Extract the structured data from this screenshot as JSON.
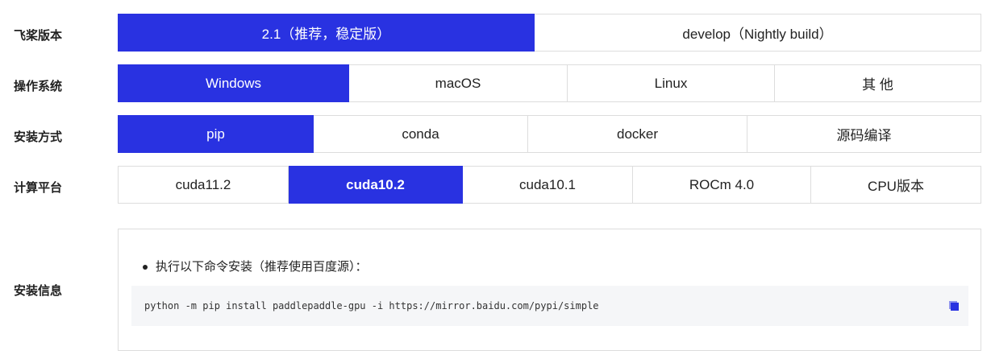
{
  "rows": [
    {
      "label": "飞桨版本",
      "options": [
        "2.1（推荐，稳定版）",
        "develop（Nightly build）"
      ],
      "selected": 0
    },
    {
      "label": "操作系统",
      "options": [
        "Windows",
        "macOS",
        "Linux",
        "其 他"
      ],
      "selected": 0
    },
    {
      "label": "安装方式",
      "options": [
        "pip",
        "conda",
        "docker",
        "源码编译"
      ],
      "selected": 0
    },
    {
      "label": "计算平台",
      "options": [
        "cuda11.2",
        "cuda10.2",
        "cuda10.1",
        "ROCm 4.0",
        "CPU版本"
      ],
      "selected": 1
    }
  ],
  "info": {
    "label": "安装信息",
    "bullet": "执行以下命令安装（推荐使用百度源）：",
    "command": "python -m pip install paddlepaddle-gpu -i https://mirror.baidu.com/pypi/simple",
    "copy_icon": "copy-icon"
  },
  "accent": "#2932E1"
}
